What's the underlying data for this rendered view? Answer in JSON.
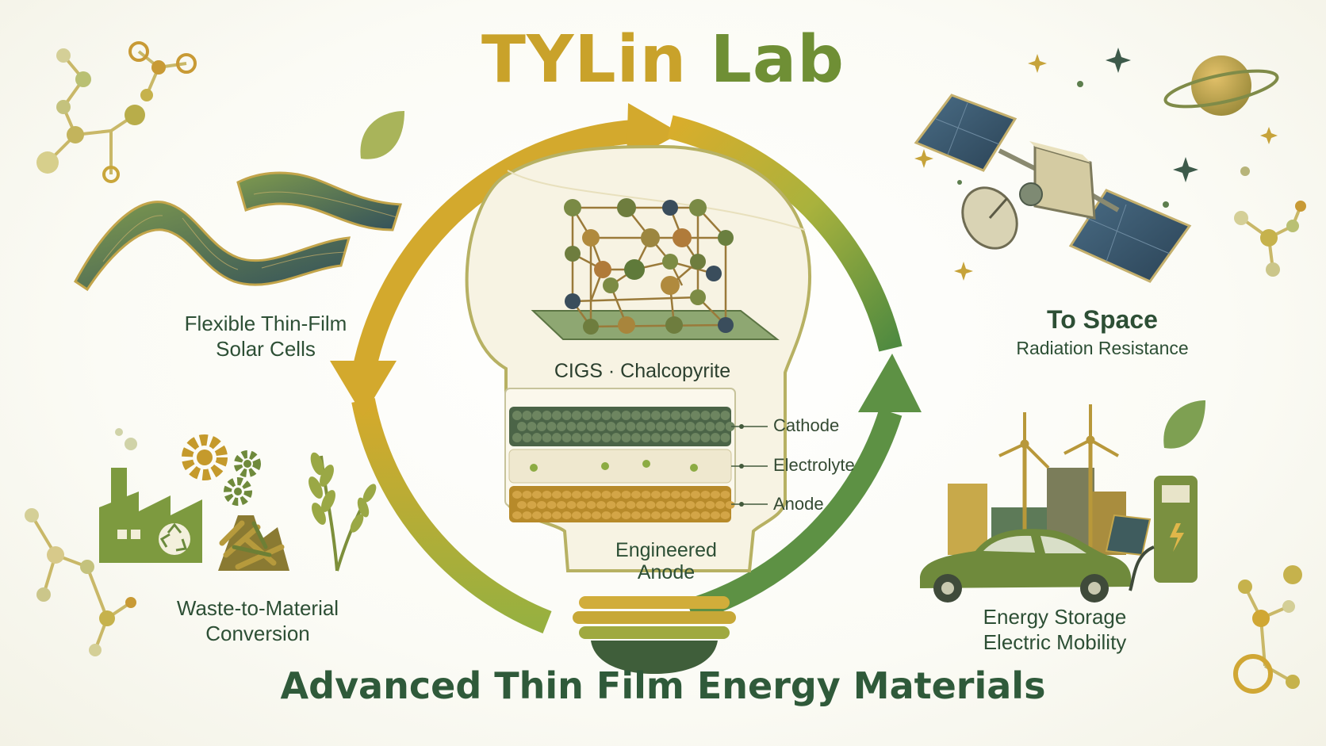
{
  "title": {
    "part1": "TYLin",
    "part2": "Lab"
  },
  "subtitle": "Advanced Thin Film Energy Materials",
  "center": {
    "crystal_caption": "CIGS · Chalcopyrite",
    "layers": [
      "Cathode",
      "Electrolyte",
      "Anode"
    ],
    "anode_caption_line1": "Engineered",
    "anode_caption_line2": "Anode"
  },
  "topics": {
    "solar": {
      "line1": "Flexible Thin-Film",
      "line2": "Solar Cells"
    },
    "space": {
      "title": "To Space",
      "detail": "Radiation Resistance"
    },
    "waste": {
      "line1": "Waste-to-Material",
      "line2": "Conversion"
    },
    "storage": {
      "line1": "Energy Storage",
      "line2": "Electric Mobility"
    }
  },
  "colors": {
    "gold": "#c9a22a",
    "green": "#6f8f35",
    "dark_green": "#2f5a3a",
    "cream": "#f6f1dc"
  },
  "icons": [
    "solar-panel-icon",
    "satellite-icon",
    "planet-icon",
    "factory-icon",
    "gear-icon",
    "recycle-icon",
    "biomass-icon",
    "wheat-icon",
    "wind-turbine-icon",
    "electric-car-icon",
    "charging-station-icon",
    "leaf-icon",
    "molecule-icon",
    "lightbulb-icon"
  ]
}
